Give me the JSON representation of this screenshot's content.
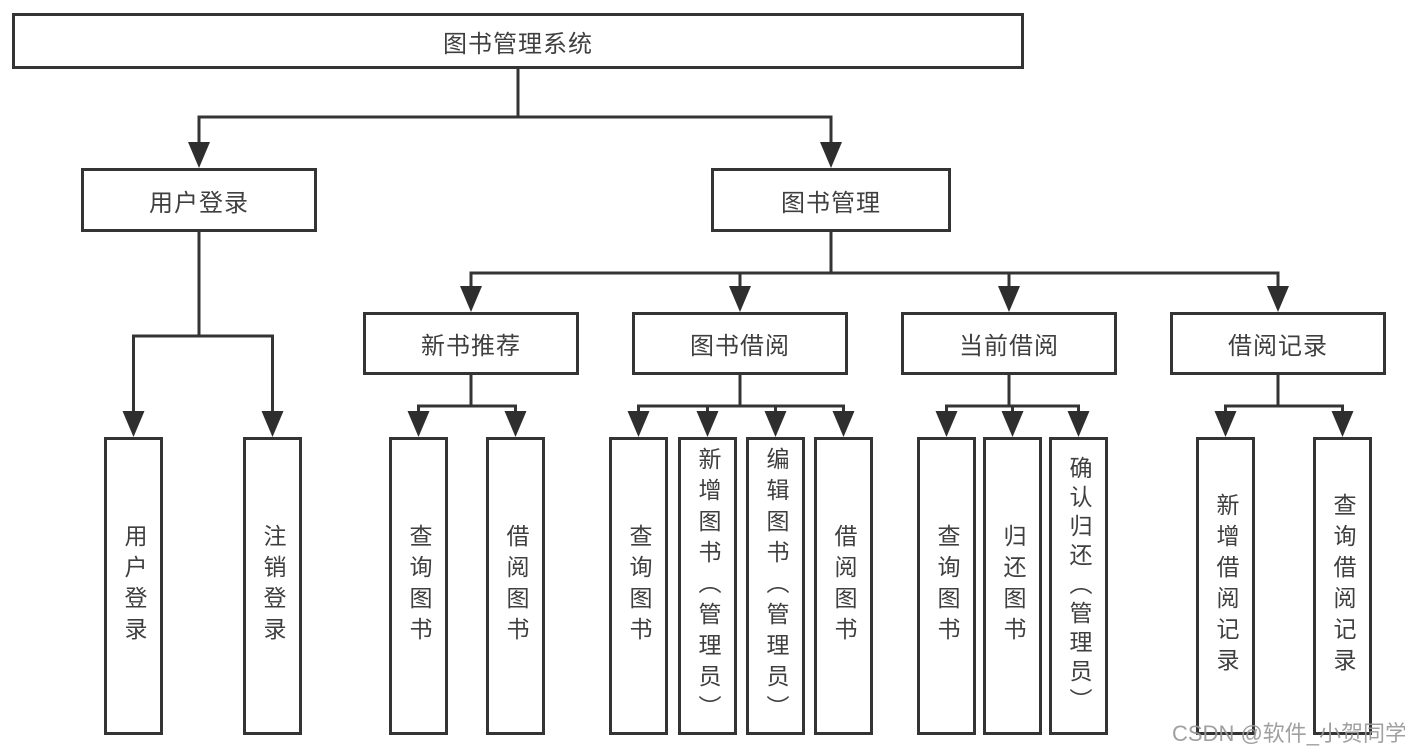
{
  "diagram": {
    "root": {
      "label": "图书管理系统"
    },
    "level2": [
      {
        "label": "用户登录"
      },
      {
        "label": "图书管理"
      }
    ],
    "level3": [
      {
        "label": "新书推荐"
      },
      {
        "label": "图书借阅"
      },
      {
        "label": "当前借阅"
      },
      {
        "label": "借阅记录"
      }
    ],
    "leaves": [
      {
        "label": "用户登录"
      },
      {
        "label": "注销登录"
      },
      {
        "label": "查询图书"
      },
      {
        "label": "借阅图书"
      },
      {
        "label": "查询图书"
      },
      {
        "label": "新增图书（管理员）"
      },
      {
        "label": "编辑图书（管理员）"
      },
      {
        "label": "借阅图书"
      },
      {
        "label": "查询图书"
      },
      {
        "label": "归还图书"
      },
      {
        "label": "确认归还（管理员）"
      },
      {
        "label": "新增借阅记录"
      },
      {
        "label": "查询借阅记录"
      }
    ],
    "colors": {
      "line": "#343434",
      "arrow": "#2e2e2e",
      "border": "#343434",
      "text": "#3f3f3f",
      "background": "#ffffff",
      "watermark": "#989898"
    },
    "watermark": "CSDN @软件_小贺同学"
  }
}
